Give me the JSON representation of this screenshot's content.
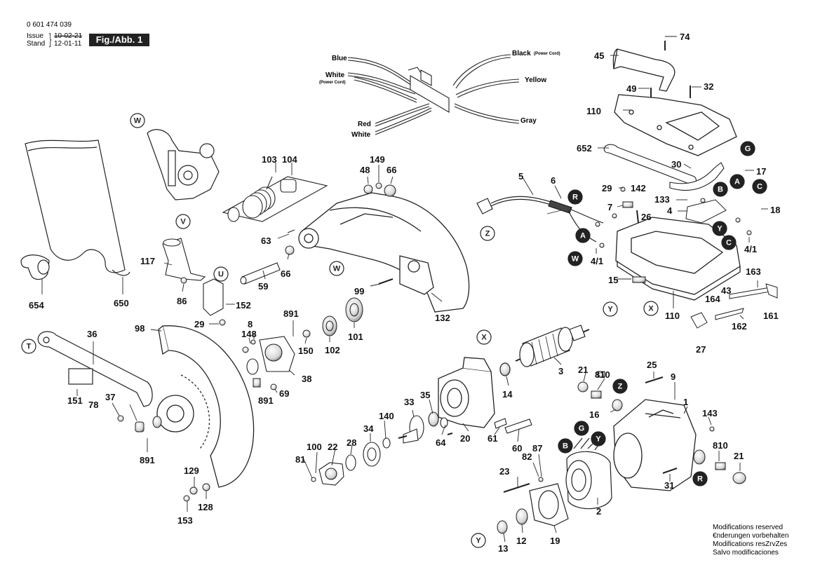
{
  "header": {
    "part_number": "0 601 474 039",
    "issue_label": "Issue",
    "issue_value": "10-02-21",
    "stand_label": "Stand",
    "stand_value": "12-01-11",
    "figure": "Fig./Abb. 1"
  },
  "modifications": [
    "Modifications reserved",
    "€nderungen vorbehalten",
    "Modifications resZrvZes",
    "Salvo modificaciones"
  ],
  "wires": {
    "blue": "Blue",
    "white_top": "White",
    "power_cord_left": "(Power Cord)",
    "black": "Black",
    "power_cord_right": "(Power Cord)",
    "yellow": "Yellow",
    "gray": "Gray",
    "red": "Red",
    "white_bottom": "White"
  },
  "connectors": [
    "W",
    "V",
    "U",
    "Z",
    "T",
    "X",
    "Y",
    "R",
    "G",
    "A",
    "B",
    "C",
    "Y",
    "A",
    "C",
    "W",
    "Z",
    "X",
    "G",
    "B",
    "Y",
    "W",
    "R",
    "Y"
  ],
  "callouts": [
    "74",
    "45",
    "49",
    "32",
    "110",
    "652",
    "30",
    "17",
    "18",
    "133",
    "4",
    "4/1",
    "4/1",
    "29",
    "142",
    "7",
    "26",
    "15",
    "110",
    "163",
    "43",
    "164",
    "162",
    "161",
    "27",
    "5",
    "6",
    "103",
    "104",
    "149",
    "48",
    "66",
    "63",
    "66",
    "59",
    "99",
    "132",
    "117",
    "86",
    "152",
    "29",
    "654",
    "650",
    "36",
    "98",
    "891",
    "148",
    "8",
    "150",
    "102",
    "101",
    "38",
    "69",
    "891",
    "151",
    "78",
    "37",
    "891",
    "129",
    "128",
    "153",
    "3",
    "14",
    "35",
    "33",
    "20",
    "21",
    "810",
    "16",
    "25",
    "9",
    "1",
    "143",
    "140",
    "34",
    "28",
    "22",
    "100",
    "81",
    "64",
    "61",
    "60",
    "82",
    "87",
    "23",
    "810",
    "21",
    "31",
    "2",
    "13",
    "12",
    "19"
  ]
}
